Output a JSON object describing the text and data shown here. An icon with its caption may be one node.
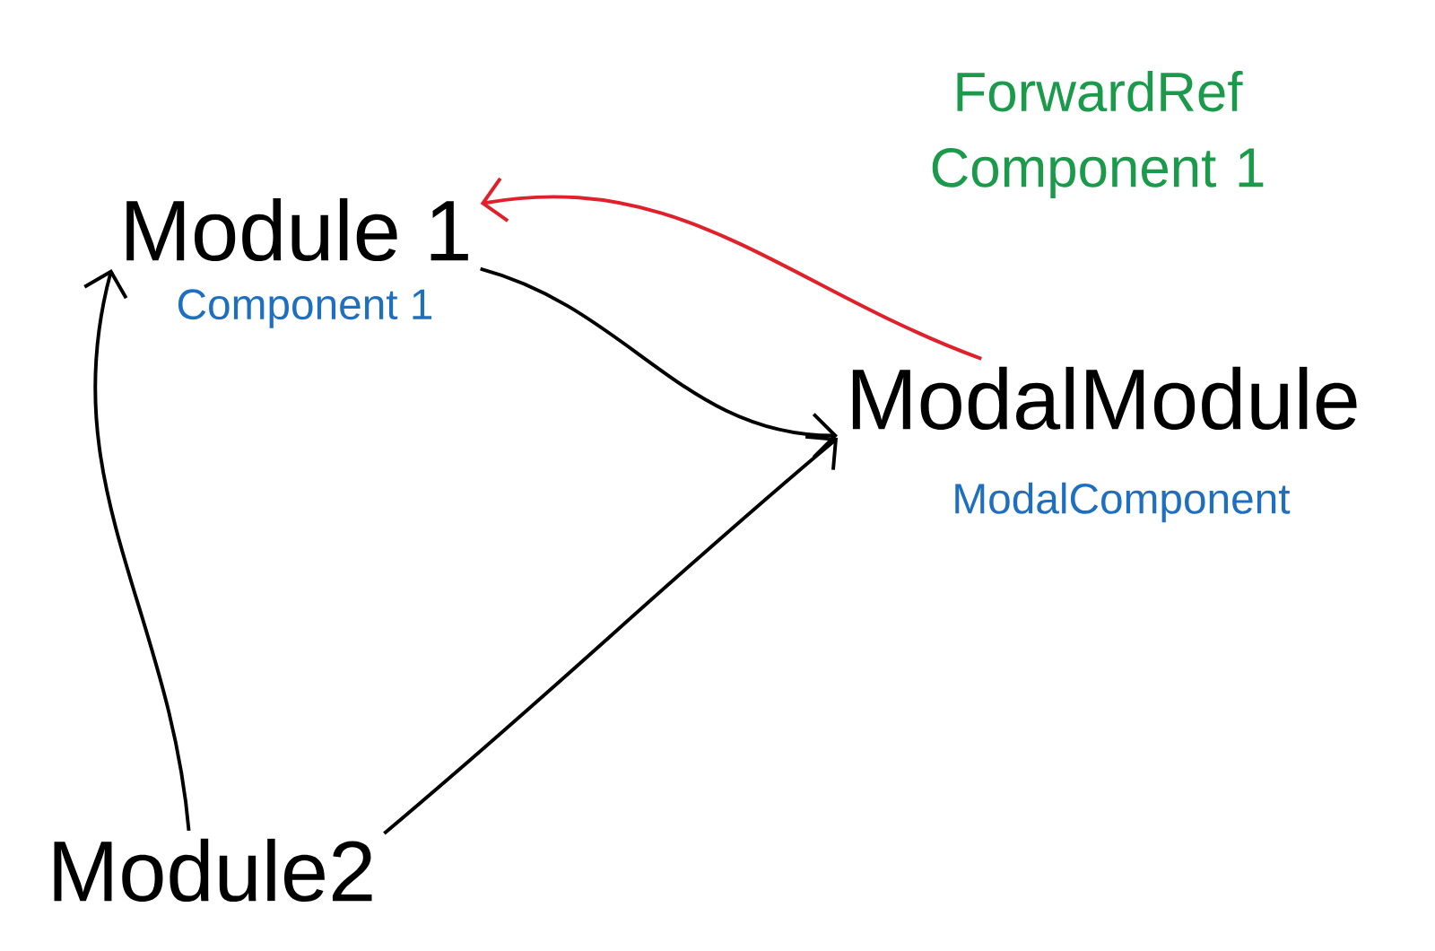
{
  "diagram": {
    "nodes": [
      {
        "text": [
          "Module 1"
        ],
        "beside": [
          "Component 1"
        ]
      },
      {
        "text": [
          "ModalModule"
        ],
        "beside": [
          "ModalComponent"
        ]
      },
      {
        "text": [
          "Module2"
        ]
      }
    ],
    "edges": [
      {
        "from": 0,
        "to": 1,
        "arrow": "to"
      },
      {
        "from": 1,
        "to": 0,
        "arrow": "to",
        "color": "#e0202a"
      },
      {
        "from": 2,
        "to": 0,
        "arrow": "to"
      },
      {
        "from": 2,
        "to": 1,
        "arrow": "to"
      }
    ],
    "labels": [
      "ForwardRef Component 1"
    ]
  }
}
